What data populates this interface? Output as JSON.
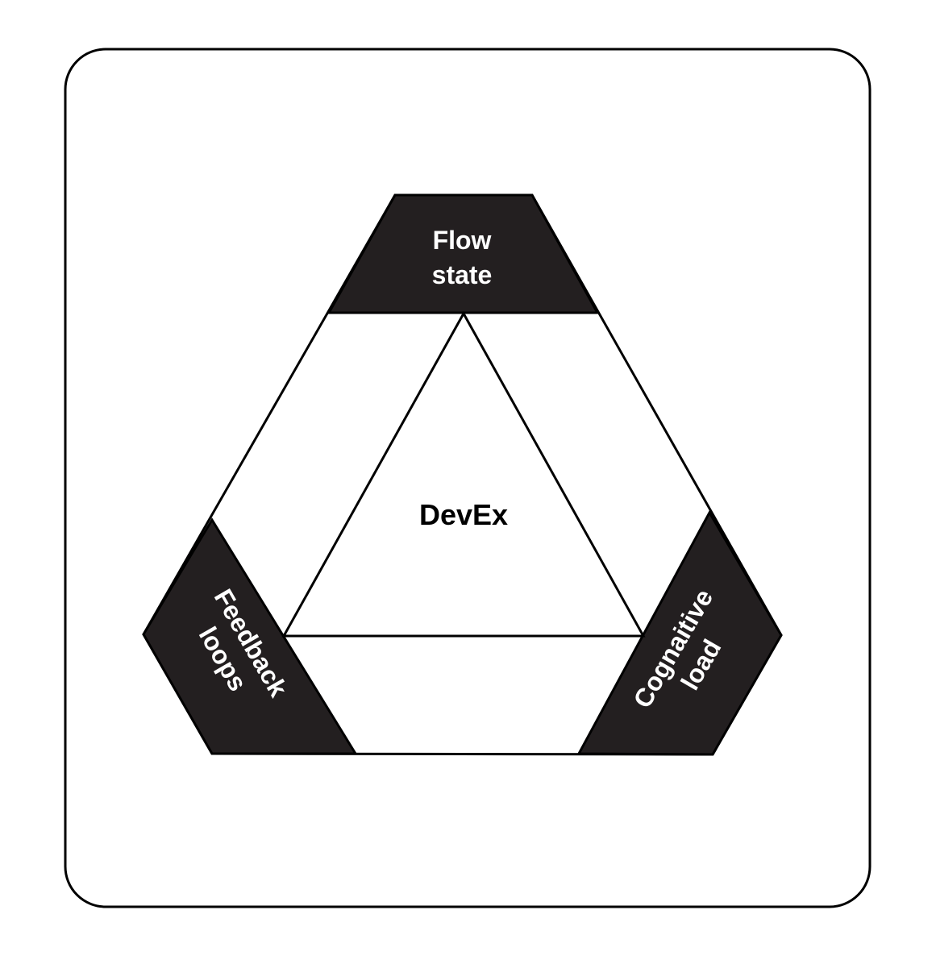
{
  "diagram": {
    "center_label": "DevEx",
    "segments": {
      "top": {
        "line1": "Flow",
        "line2": "state"
      },
      "left": {
        "line1": "Feedback",
        "line2": "loops"
      },
      "right": {
        "line1": "Cognaitive",
        "line2": "load"
      }
    },
    "colors": {
      "segment_fill": "#231f20",
      "segment_text": "#ffffff",
      "outline": "#000000",
      "background": "#ffffff"
    }
  }
}
